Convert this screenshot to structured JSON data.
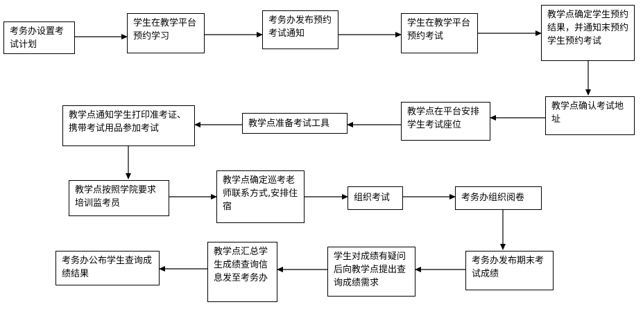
{
  "flow": {
    "steps": [
      {
        "id": "s1",
        "text": "考务办设置考试计划"
      },
      {
        "id": "s2",
        "text": "学生在教学平台预约学习"
      },
      {
        "id": "s3",
        "text": "考务办发布预约考试通知"
      },
      {
        "id": "s4",
        "text": "学生在教学平台预约考试"
      },
      {
        "id": "s5",
        "text": "教学点确定学生预约结果，并通知末预约学生预约考试"
      },
      {
        "id": "s6",
        "text": "教学点确认考试地址"
      },
      {
        "id": "s7",
        "text": "教学点在平台安排学生考试座位"
      },
      {
        "id": "s8",
        "text": "教学点准备考试工具"
      },
      {
        "id": "s9",
        "text": "教学点通知学生打印准考证、携带考试用品参加考试"
      },
      {
        "id": "s10",
        "text": "教学点按照学院要求培训监考员"
      },
      {
        "id": "s11",
        "text": "教学点确定巡考老师联系方式,安排住宿"
      },
      {
        "id": "s12",
        "text": "组织考试"
      },
      {
        "id": "s13",
        "text": "考务办组织阅卷"
      },
      {
        "id": "s14",
        "text": "考务办发布期末考试成绩"
      },
      {
        "id": "s15",
        "text": "学生对成绩有疑问后向教学点提出查询成绩需求"
      },
      {
        "id": "s16",
        "text": "教学点汇总学生成绩查询信息发至考务办"
      },
      {
        "id": "s17",
        "text": "考务办公布学生查询成绩结果"
      }
    ]
  }
}
